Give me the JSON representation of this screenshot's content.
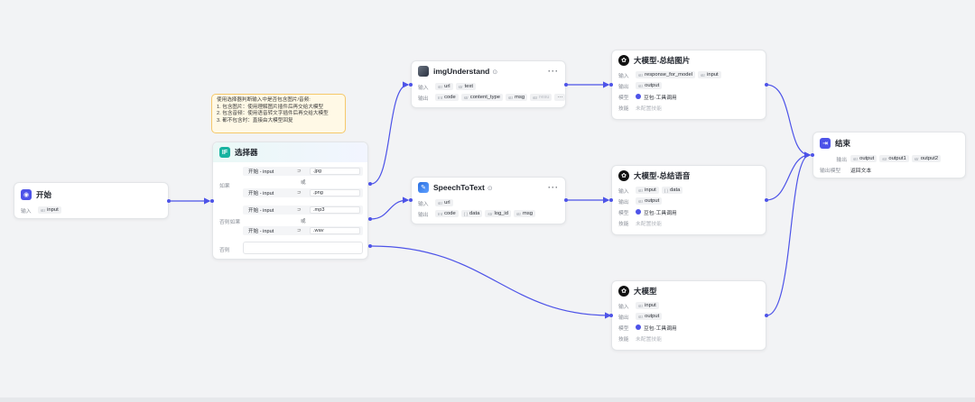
{
  "note": {
    "lines": [
      "使用选择器判断输入中是否包含图片/音频:",
      "1. 包含图片：使用理解图片插件后再交给大模型",
      "2. 包含音频：使用语音转文字插件后再交给大模型",
      "3. 都不包含时：直接由大模型回复"
    ]
  },
  "start": {
    "title": "开始",
    "input_label": "输入",
    "input_tag_type": "str",
    "input_tag": "input"
  },
  "selector": {
    "title": "选择器",
    "if_label": "如果",
    "elif_label": "否则如果",
    "else_label": "否则",
    "or_label": "或",
    "conditions": [
      {
        "left": "开始 - input",
        "op": "⊃",
        "value": ".jpg"
      },
      {
        "left": "开始 - input",
        "op": "⊃",
        "value": ".png"
      },
      {
        "left": "开始 - input",
        "op": "⊃",
        "value": ".mp3"
      },
      {
        "left": "开始 - input",
        "op": "⊃",
        "value": ".wav"
      }
    ]
  },
  "img_node": {
    "title": "imgUnderstand",
    "more": "···",
    "input_label": "输入",
    "inputs": [
      {
        "type": "str",
        "name": "url"
      },
      {
        "type": "str",
        "name": "text"
      }
    ],
    "output_label": "输出",
    "outputs": [
      {
        "type": "Int",
        "name": "code"
      },
      {
        "type": "str",
        "name": "content_type"
      },
      {
        "type": "str",
        "name": "msg"
      },
      {
        "type": "str",
        "name": "resu"
      }
    ],
    "overflow": "···"
  },
  "speech_node": {
    "title": "SpeechToText",
    "more": "···",
    "input_label": "输入",
    "inputs": [
      {
        "type": "str",
        "name": "url"
      }
    ],
    "output_label": "输出",
    "outputs": [
      {
        "type": "Int",
        "name": "code"
      },
      {
        "type": "{ }",
        "name": "data"
      },
      {
        "type": "str",
        "name": "log_id"
      },
      {
        "type": "str",
        "name": "msg"
      }
    ]
  },
  "llm_img": {
    "title": "大模型-总结图片",
    "input_label": "输入",
    "inputs": [
      {
        "type": "str",
        "name": "response_for_model"
      },
      {
        "type": "str",
        "name": "input"
      }
    ],
    "output_label": "输出",
    "outputs": [
      {
        "type": "str",
        "name": "output"
      }
    ],
    "model_label": "模型",
    "model": "豆包·工具调用",
    "skill_label": "技能",
    "skill": "未配置技能"
  },
  "llm_audio": {
    "title": "大模型-总结语音",
    "input_label": "输入",
    "inputs": [
      {
        "type": "str",
        "name": "input"
      },
      {
        "type": "{ }",
        "name": "data"
      }
    ],
    "output_label": "输出",
    "outputs": [
      {
        "type": "str",
        "name": "output"
      }
    ],
    "model_label": "模型",
    "model": "豆包·工具调用",
    "skill_label": "技能",
    "skill": "未配置技能"
  },
  "llm_plain": {
    "title": "大模型",
    "input_label": "输入",
    "inputs": [
      {
        "type": "str",
        "name": "input"
      }
    ],
    "output_label": "输出",
    "outputs": [
      {
        "type": "str",
        "name": "output"
      }
    ],
    "model_label": "模型",
    "model": "豆包·工具调用",
    "skill_label": "技能",
    "skill": "未配置技能"
  },
  "end": {
    "title": "结束",
    "output_label": "输出",
    "outputs": [
      {
        "type": "str",
        "name": "output"
      },
      {
        "type": "str",
        "name": "output1"
      },
      {
        "type": "str",
        "name": "output2"
      }
    ],
    "mode_label": "输出模型",
    "mode": "返回文本"
  },
  "colors": {
    "accent": "#4d53e8",
    "edge": "#4d53e8",
    "canvas": "#f2f3f5",
    "note_bg": "#fff9e6",
    "note_border": "#f5c86a",
    "selector_icon": "#17b3a0"
  }
}
